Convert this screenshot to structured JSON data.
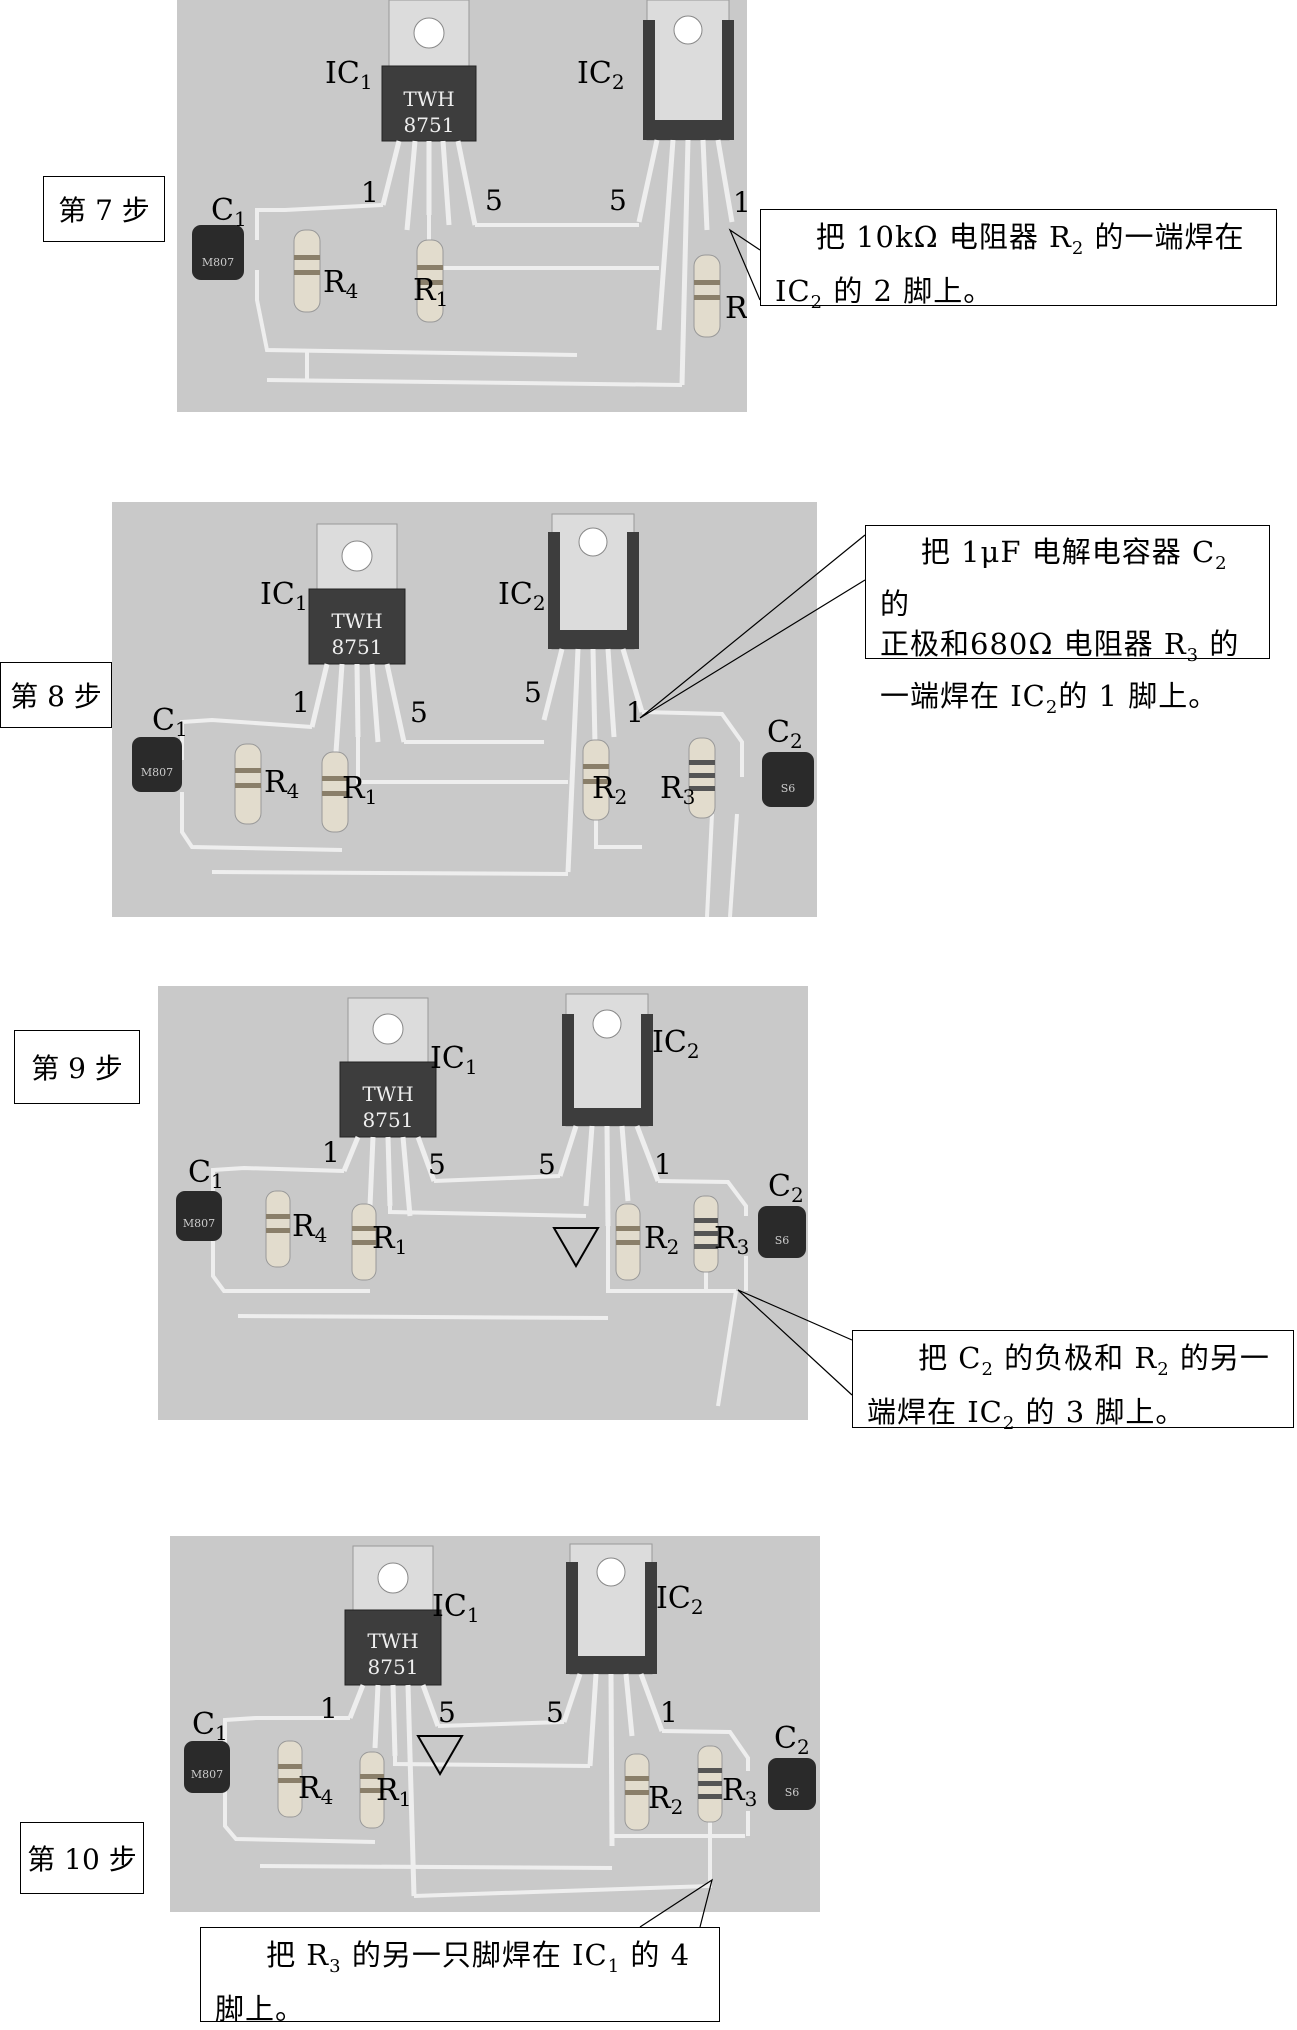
{
  "common": {
    "ic1_label": "IC",
    "ic1_sub": "1",
    "ic2_label": "IC",
    "ic2_sub": "2",
    "chip_line1": "TWH",
    "chip_line2": "8751",
    "cap_marking": "M807",
    "c1_label": "C",
    "c1_sub": "1",
    "c2_label": "C",
    "c2_sub": "2",
    "r1_label": "R",
    "r1_sub": "1",
    "r2_label": "R",
    "r2_sub": "2",
    "r3_label": "R",
    "r3_sub": "3",
    "r4_label": "R",
    "r4_sub": "4",
    "pin1": "1",
    "pin5": "5"
  },
  "steps": [
    {
      "label": "第 7 步",
      "note": [
        "把 10kΩ 电阻器 R",
        "2",
        " 的一端焊在",
        "IC",
        "2",
        " 的 2 脚上。"
      ]
    },
    {
      "label": "第 8 步",
      "note": [
        "把 1μF 电解电容器 C",
        "2",
        " 的",
        "正极和680Ω 电阻器 R",
        "3",
        " 的",
        "一端焊在 IC",
        "2",
        "的 1 脚上。"
      ]
    },
    {
      "label": "第 9 步",
      "note": [
        "把 C",
        "2",
        " 的负极和 R",
        "2",
        " 的另一",
        "端焊在 IC",
        "2",
        " 的 3 脚上。"
      ]
    },
    {
      "label": "第 10 步",
      "note": [
        "把 R",
        "3",
        " 的另一只脚焊在 IC",
        "1",
        " 的 4",
        "脚上。"
      ]
    }
  ],
  "colors": {
    "photo_bg": "#c9c9c9",
    "chip_body": "#3d3d3d",
    "heatsink": "#dcdcdc",
    "wire": "#eeeeee",
    "resistor": "#e2dccd",
    "capacitor": "#2a2a2a"
  }
}
